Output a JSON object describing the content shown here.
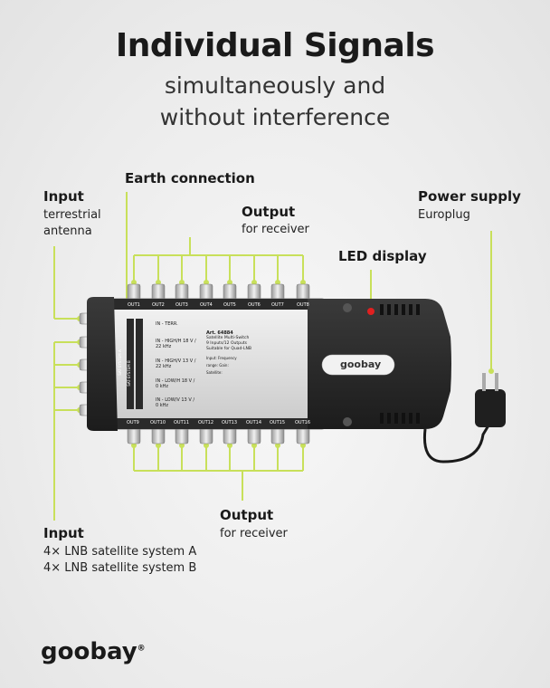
{
  "heading": {
    "title": "Individual Signals",
    "subtitle_line1": "simultaneously and",
    "subtitle_line2": "without interference"
  },
  "callouts": {
    "earth": {
      "label": "Earth connection"
    },
    "input_terrestrial": {
      "label": "Input",
      "line1": "terrestrial",
      "line2": "antenna"
    },
    "output_top": {
      "label": "Output",
      "desc": "for receiver"
    },
    "power": {
      "label": "Power supply",
      "desc": "Europlug"
    },
    "led": {
      "label": "LED display"
    },
    "output_bottom": {
      "label": "Output",
      "desc": "for receiver"
    },
    "input_lnb": {
      "label": "Input",
      "line1": "4× LNB satellite system A",
      "line2": "4× LNB satellite system B"
    }
  },
  "device": {
    "top_ports": [
      "OUT1",
      "OUT2",
      "OUT3",
      "OUT4",
      "OUT5",
      "OUT6",
      "OUT7",
      "OUT8"
    ],
    "bottom_ports": [
      "OUT9",
      "OUT10",
      "OUT11",
      "OUT12",
      "OUT13",
      "OUT14",
      "OUT15",
      "OUT16"
    ],
    "inputs": [
      "IN - TERR.",
      "IN - HIGH/H 18 V / 22 kHz",
      "IN - HIGH/V 13 V / 22 kHz",
      "IN - LOW/H 18 V / 0 kHz",
      "IN - LOW/V 13 V / 0 kHz"
    ],
    "system_a": "SAT-SYSTEM A",
    "system_b": "SAT-SYSTEM B",
    "art_no": "Art. 64884",
    "product_line1": "Satellite Multi-Switch",
    "product_line2": "9 Inputs/12 Outputs",
    "product_line3": "Suitable for Quad-LNB",
    "spec_labels": "Input: Frequency range: Gain: Satellite:",
    "brand_badge": "goobay"
  },
  "brand": {
    "logo": "goobay",
    "reg": "®"
  },
  "colors": {
    "accent": "#c8e05a",
    "device_dark": "#2a2a2a"
  }
}
